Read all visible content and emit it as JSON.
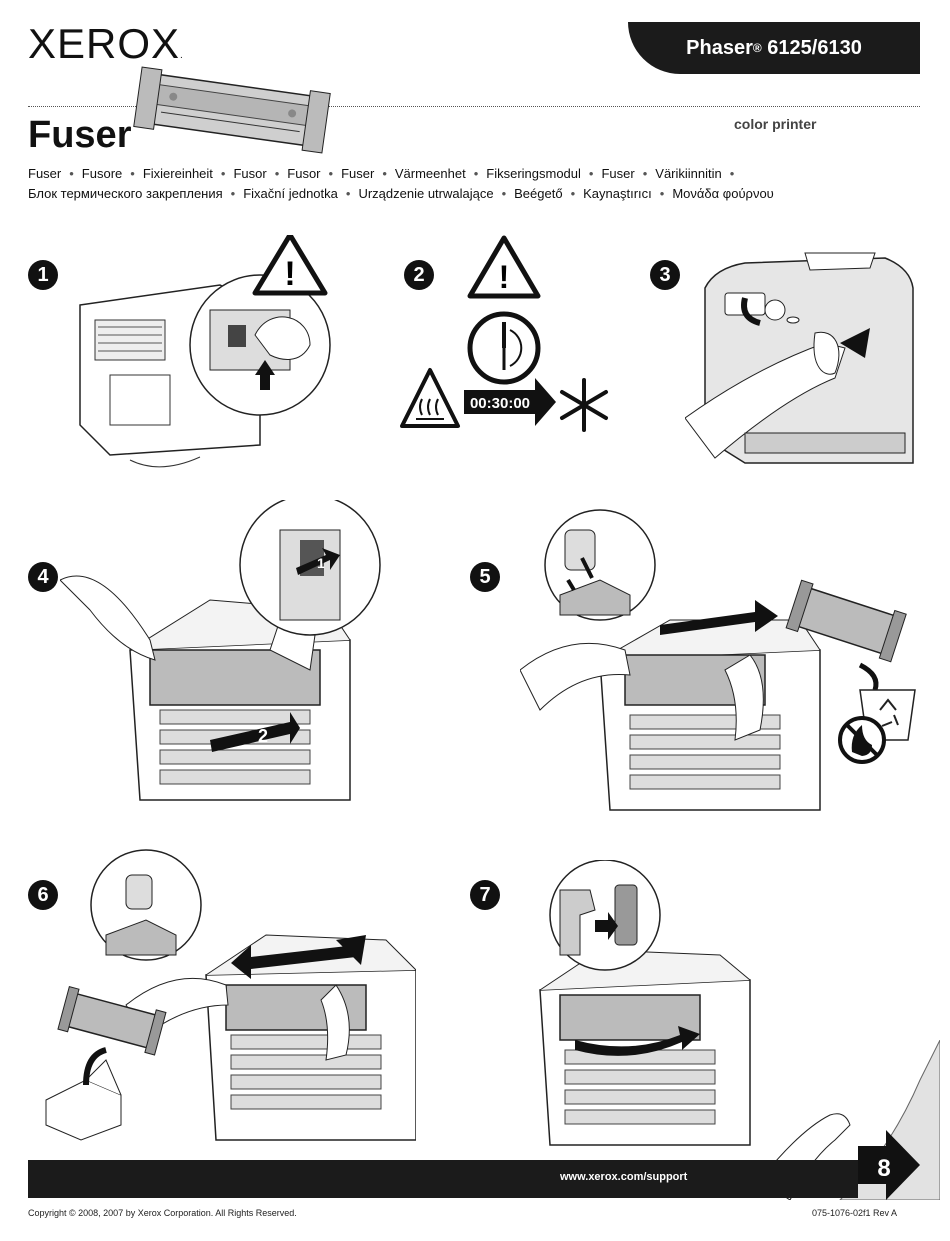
{
  "header": {
    "logo": "XEROX",
    "model": "Phaser",
    "model_reg": "®",
    "model_numbers": "6125/6130",
    "title": "Fuser",
    "subtitle": "color printer"
  },
  "translations_line1": [
    "Fuser",
    "Fusore",
    "Fixiereinheit",
    "Fusor",
    "Fusor",
    "Fuser",
    "Värmeenhet",
    "Fikseringsmodul",
    "Fuser",
    "Värikiinnitin"
  ],
  "translations_line2": [
    "Блок термического закрепления",
    "Fixační jednotka",
    "Urządzenie utrwalające",
    "Beégető",
    "Kaynaştırıcı",
    "Μονάδα φούρνου"
  ],
  "steps": {
    "s1": "1",
    "s2": "2",
    "s3": "3",
    "s4": "4",
    "s5": "5",
    "s6": "6",
    "s7": "7"
  },
  "step2_timer": "00:30:00",
  "step4_labels": {
    "a": "1",
    "b": "2"
  },
  "footer": {
    "url": "www.xerox.com/support",
    "next_page": "8",
    "copyright": "Copyright © 2008, 2007 by Xerox Corporation.  All Rights Reserved.",
    "part_number": "075-1076-02f1 Rev A"
  },
  "icons": [
    "warning-icon",
    "clock-icon",
    "hot-surface-icon",
    "snowflake-icon",
    "recycle-icon",
    "no-fire-icon",
    "arrow-icon"
  ]
}
